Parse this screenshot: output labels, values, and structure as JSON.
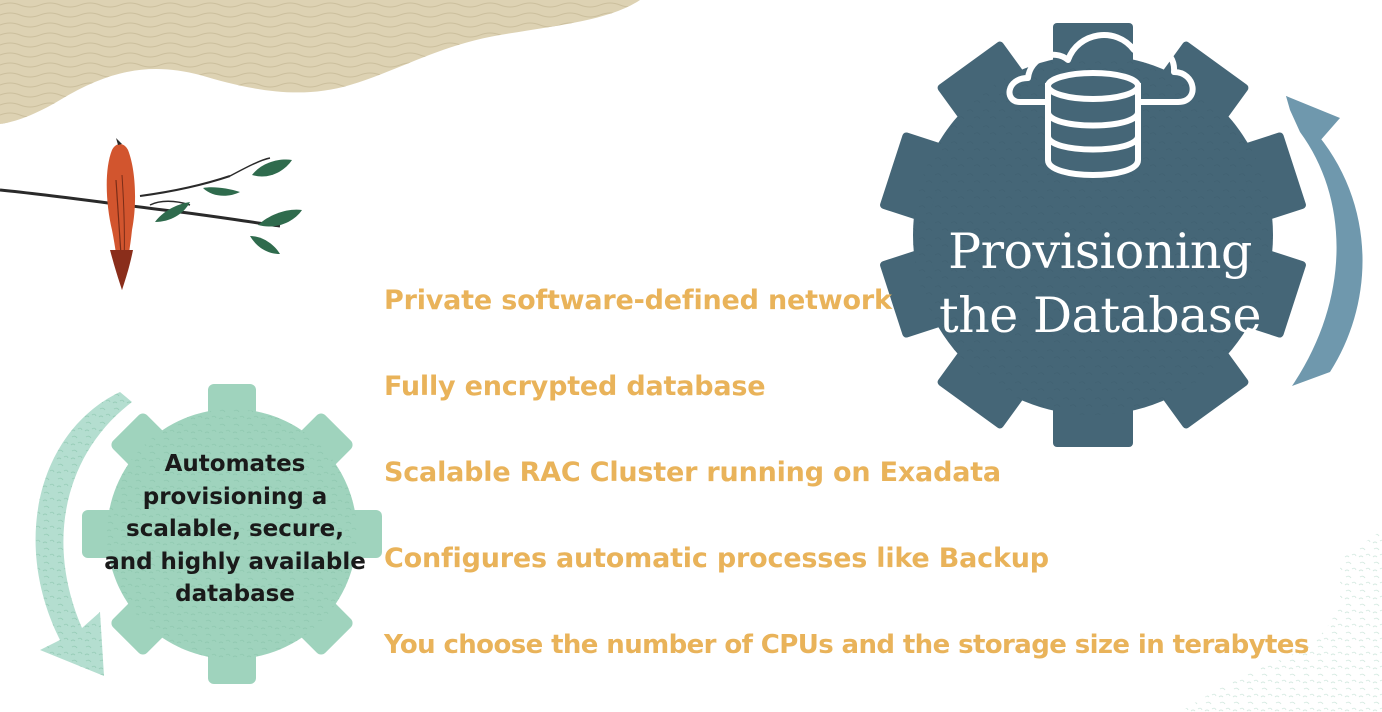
{
  "slide": {
    "title_line1": "Provisioning",
    "title_line2": "the Database",
    "gear_text": "Automates provisioning a scalable, secure, and highly available database",
    "bullets": [
      "Private software-defined network",
      "Fully encrypted database",
      "Scalable RAC Cluster running on Exadata",
      "Configures automatic processes like Backup",
      "You choose the number of CPUs and the storage size in terabytes"
    ]
  },
  "colors": {
    "bullet_text": "#e9b35a",
    "large_gear": "#456677",
    "large_arrow": "#6f98ad",
    "small_gear": "#9fd3bd",
    "small_arrow": "#b4ded0",
    "sand_texture": "#ddd2b3",
    "bird": "#d2552e",
    "leaf": "#2f6b4d"
  },
  "icons": [
    "cloud-database-icon",
    "bird-on-branch-illustration",
    "gear-icon",
    "cycle-arrow-icon"
  ]
}
